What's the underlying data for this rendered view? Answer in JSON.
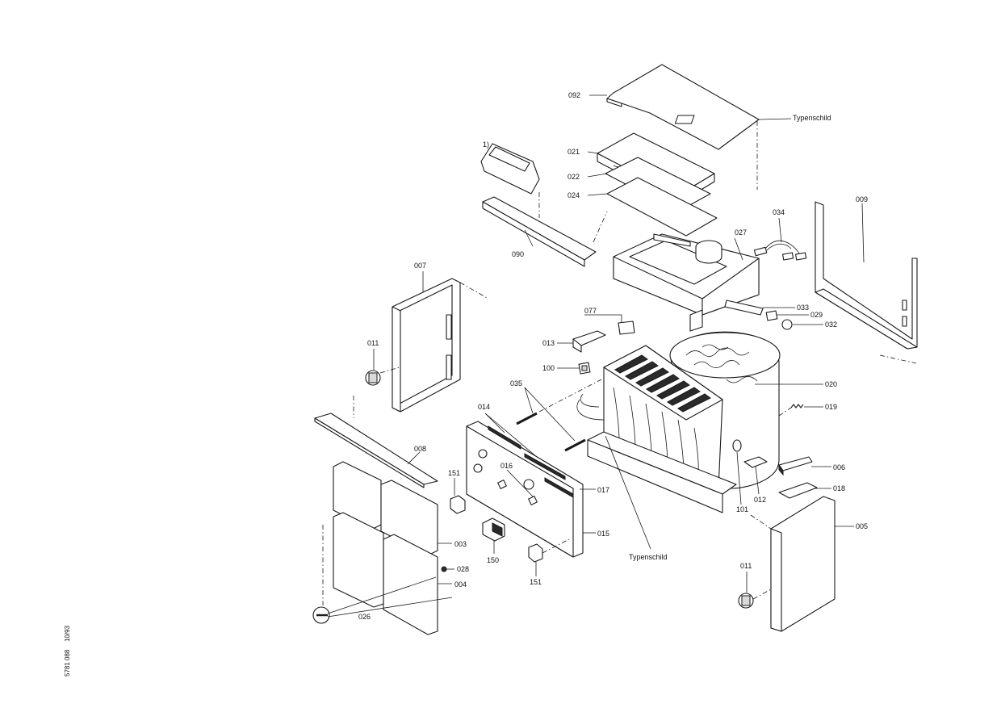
{
  "labels": {
    "p092": "092",
    "typenschild_top": "Typenschild",
    "p021": "021",
    "p022": "022",
    "p024": "024",
    "p1": "1)",
    "p090": "090",
    "p027": "027",
    "p034": "034",
    "p009": "009",
    "p007": "007",
    "p077": "077",
    "p033": "033",
    "p029": "029",
    "p032": "032",
    "p013": "013",
    "p011a": "011",
    "p100": "100",
    "p020": "020",
    "p035": "035",
    "p019": "019",
    "p014": "014",
    "p008": "008",
    "p016": "016",
    "p151a": "151",
    "p017": "017",
    "p006": "006",
    "p018": "018",
    "p012": "012",
    "p101": "101",
    "p005": "005",
    "p015": "015",
    "p003": "003",
    "p150": "150",
    "typenschild_bottom": "Typenschild",
    "p028": "028",
    "p004": "004",
    "p151b": "151",
    "p011b": "011",
    "p026": "026"
  },
  "side_text": {
    "doc_number": "5781 088",
    "date_code": "10/93"
  }
}
